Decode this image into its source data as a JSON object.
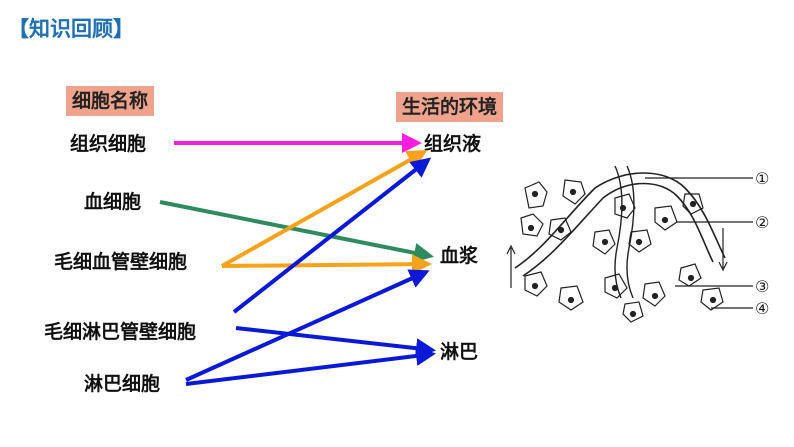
{
  "title": "【知识回顾】",
  "headers": {
    "cells": "细胞名称",
    "environment": "生活的环境"
  },
  "cells": [
    "组织细胞",
    "血细胞",
    "毛细血管壁细胞",
    "毛细淋巴管壁细胞",
    "淋巴细胞"
  ],
  "environments": [
    "组织液",
    "血浆",
    "淋巴"
  ],
  "diagram": {
    "labels": [
      "①",
      "②",
      "③",
      "④"
    ]
  },
  "colors": {
    "magenta": "#ff1ee0",
    "green": "#2e8a5f",
    "orange": "#f7a21b",
    "blue": "#0a18d8",
    "header_bg": "#f0a38c",
    "title": "#1f6fb5"
  }
}
